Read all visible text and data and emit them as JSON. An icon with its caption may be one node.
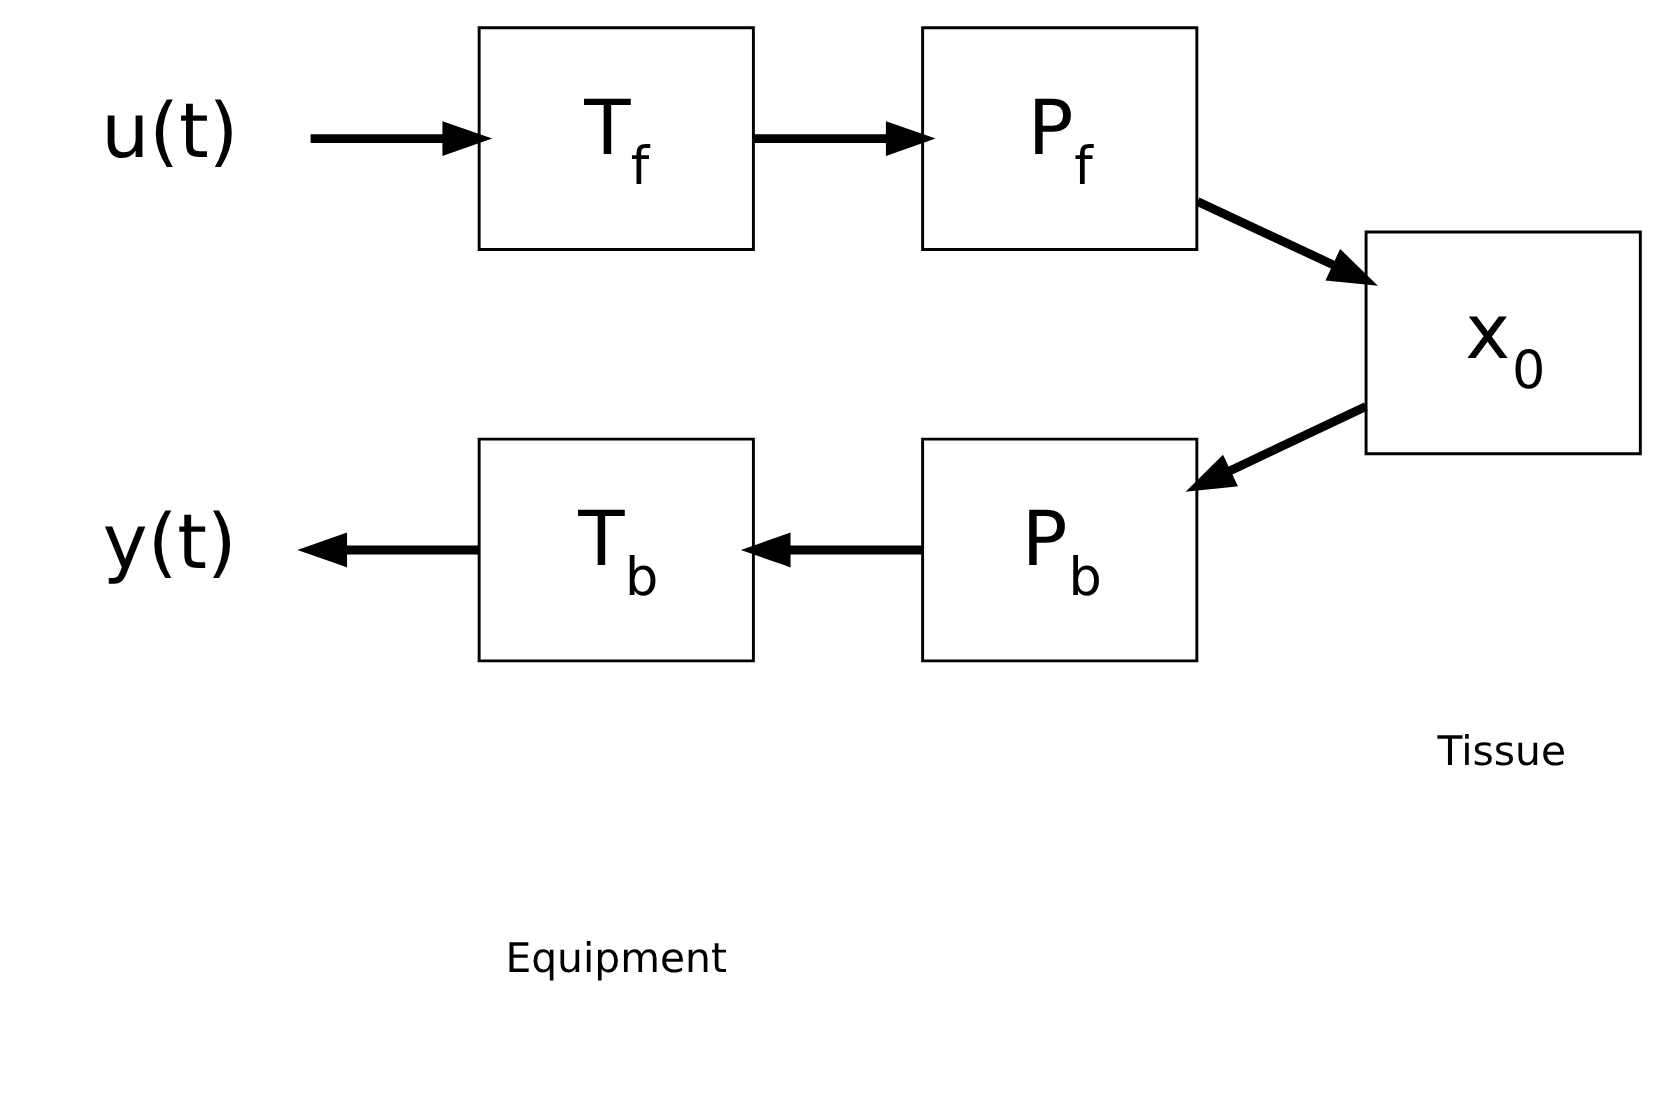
{
  "diagram": {
    "nodes": [
      {
        "text": [
          "u(t)"
        ]
      },
      {
        "text": [
          "T$_{f}$"
        ]
      },
      {
        "text": [
          "P$_{f}$"
        ]
      },
      {
        "text": [
          "x$_{0}$"
        ]
      },
      {
        "text": [
          "P$_{b}$"
        ]
      },
      {
        "text": [
          "T$_{b}$"
        ]
      },
      {
        "text": [
          "y(t)"
        ]
      }
    ],
    "edges": [
      {
        "from": 0,
        "to": 1,
        "arrow": "to"
      },
      {
        "from": 1,
        "to": 2,
        "arrow": "to"
      },
      {
        "from": 2,
        "to": 3,
        "arrow": "to"
      },
      {
        "from": 3,
        "to": 4,
        "arrow": "to"
      },
      {
        "from": 4,
        "to": 5,
        "arrow": "to"
      },
      {
        "from": 5,
        "to": 6,
        "arrow": "to"
      }
    ],
    "labels": [
      "Equipment",
      "Tissue"
    ]
  }
}
